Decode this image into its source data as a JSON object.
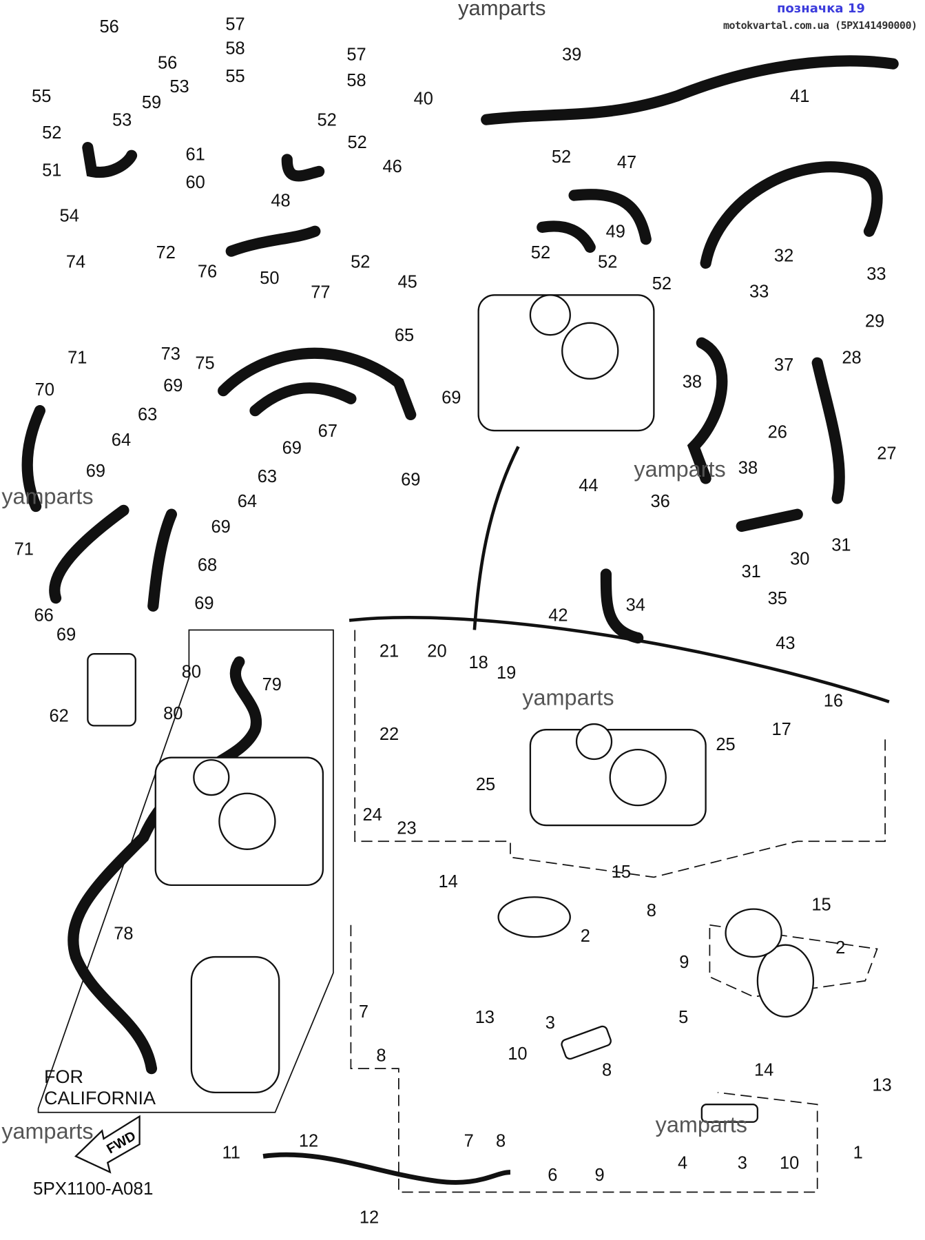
{
  "header": {
    "label": "позначка 19",
    "source": "motokvartal.com.ua (5PX141490000)",
    "watermark": "yamparts"
  },
  "diagram": {
    "code": "5PX1100-A081",
    "california_note": "FOR\nCALIFORNIA",
    "fwd_arrow": "FWD",
    "watermarks": [
      "yamparts",
      "yamparts",
      "yamparts",
      "yamparts",
      "yamparts"
    ],
    "callouts": [
      "56",
      "56",
      "55",
      "59",
      "53",
      "53",
      "52",
      "61",
      "51",
      "60",
      "54",
      "57",
      "58",
      "57",
      "58",
      "55",
      "52",
      "52",
      "48",
      "50",
      "52",
      "77",
      "40",
      "39",
      "41",
      "46",
      "52",
      "47",
      "49",
      "52",
      "52",
      "52",
      "45",
      "32",
      "33",
      "33",
      "74",
      "72",
      "76",
      "73",
      "75",
      "65",
      "29",
      "28",
      "38",
      "37",
      "71",
      "69",
      "69",
      "70",
      "63",
      "67",
      "26",
      "27",
      "64",
      "69",
      "69",
      "63",
      "69",
      "38",
      "64",
      "69",
      "44",
      "36",
      "71",
      "68",
      "31",
      "30",
      "31",
      "35",
      "34",
      "69",
      "66",
      "69",
      "42",
      "43",
      "80",
      "79",
      "80",
      "62",
      "21",
      "20",
      "18",
      "19",
      "16",
      "17",
      "22",
      "25",
      "25",
      "24",
      "23",
      "15",
      "15",
      "14",
      "8",
      "2",
      "2",
      "9",
      "78",
      "5",
      "13",
      "7",
      "3",
      "13",
      "8",
      "10",
      "14",
      "8",
      "12",
      "11",
      "7",
      "8",
      "6",
      "9",
      "4",
      "3",
      "10",
      "1",
      "12"
    ]
  },
  "colors": {
    "label": "#3b3bdc",
    "ink": "#111111"
  }
}
